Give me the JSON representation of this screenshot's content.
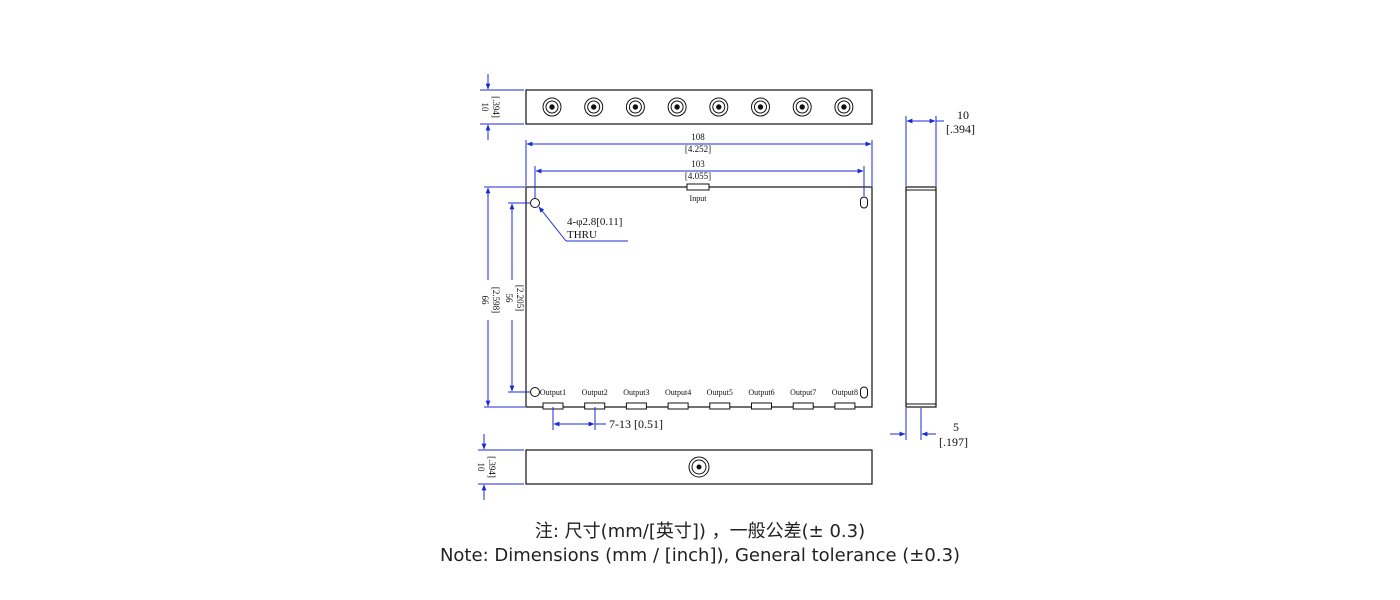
{
  "drawing": {
    "top_view": {
      "height_dim": "10",
      "height_dim_in": "[.394]",
      "connector_count": 8
    },
    "front_view": {
      "overall_width": "108",
      "overall_width_in": "[4.252]",
      "hole_spacing_width": "103",
      "hole_spacing_width_in": "[4.055]",
      "overall_height": "66",
      "overall_height_in": "[2.598]",
      "hole_spacing_height": "56",
      "hole_spacing_height_in": "[2.205]",
      "input_label": "Input",
      "hole_note_line1": "4-φ2.8[0.11]",
      "hole_note_line2": "THRU",
      "outputs": [
        "Output1",
        "Output2",
        "Output3",
        "Output4",
        "Output5",
        "Output6",
        "Output7",
        "Output8"
      ],
      "pitch_note": "7-13 [0.51]"
    },
    "side_view": {
      "thickness": "10",
      "thickness_in": "[.394]",
      "offset": "5",
      "offset_in": "[.197]"
    },
    "bottom_view": {
      "height_dim": "10",
      "height_dim_in": "[.394]"
    }
  },
  "notes": {
    "line_cn": "注: 尺寸(mm/[英寸]) ，一般公差(± 0.3)",
    "line_en": "Note: Dimensions (mm / [inch]), General tolerance (±0.3)"
  },
  "colors": {
    "outline": "#111111",
    "dimension": "#1a2bd6",
    "background": "#ffffff"
  }
}
